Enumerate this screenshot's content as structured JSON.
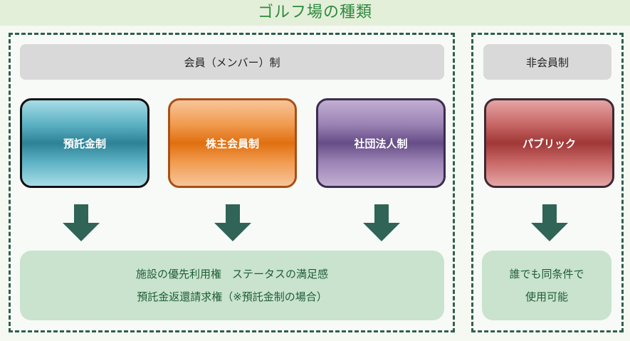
{
  "title": "ゴルフ場の種類",
  "member_group": {
    "header": "会員（メンバー）制",
    "systems": [
      {
        "label": "預託金制"
      },
      {
        "label": "株主会員制"
      },
      {
        "label": "社団法人制"
      }
    ],
    "benefits": [
      "施設の優先利用権　ステータスの満足感",
      "預託金返還請求権（※預託金制の場合）"
    ]
  },
  "non_member_group": {
    "header": "非会員制",
    "system": {
      "label": "パブリック"
    },
    "benefits": [
      "誰でも同条件で",
      "使用可能"
    ]
  },
  "colors": {
    "title_text": "#2d8a3e",
    "dashed_border": "#2f5f4f",
    "arrow": "#2f6457",
    "benefit_bg": "#c9e3ce",
    "deposit": "#2f8296",
    "shareholder": "#e0700f",
    "association": "#664d86",
    "public": "#a03837"
  }
}
